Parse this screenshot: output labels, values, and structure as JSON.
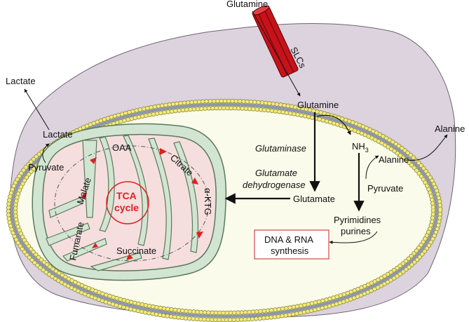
{
  "labels": {
    "glutamine_top": "Glutamine",
    "slcs": "SLCs",
    "glutamine_in": "Glutamine",
    "lactate_out": "Lactate",
    "lactate_in": "Lactate",
    "pyruvate_left": "Pyruvate",
    "alanine_out": "Alanine",
    "nh": "NH",
    "nh_sub": "3",
    "alanine_in": "Alanine",
    "pyruvate_right": "Pyruvate",
    "glutaminase": "Glutaminase",
    "glutamate_dh_1": "Glutamate",
    "glutamate_dh_2": "dehydrogenase",
    "glutamate": "Glutamate",
    "pyrimidines": "Pyrimidines",
    "purines": "purines",
    "dna_rna_1": "DNA & RNA",
    "dna_rna_2": "synthesis",
    "oaa": "OAA",
    "citrate": "Citrate",
    "akg": "α-KTG",
    "malate": "Malate",
    "fumarate": "Fumarate",
    "succinate": "Succinate",
    "tca_1": "TCA",
    "tca_2": "cycle"
  },
  "colors": {
    "cytoplasm": "#fbfbeb",
    "cell_membrane_outer": "#d9d0dc",
    "bead": "#f3ea7a",
    "bead_stroke": "#8a8a40",
    "membrane_core": "#8e96b0",
    "mito_outer": "#d2e4d2",
    "mito_inner": "#f6dede",
    "mito_stroke": "#5a7a5a",
    "transporter": "#c8121a",
    "tca_red": "#e02020",
    "arrow": "#111111"
  }
}
